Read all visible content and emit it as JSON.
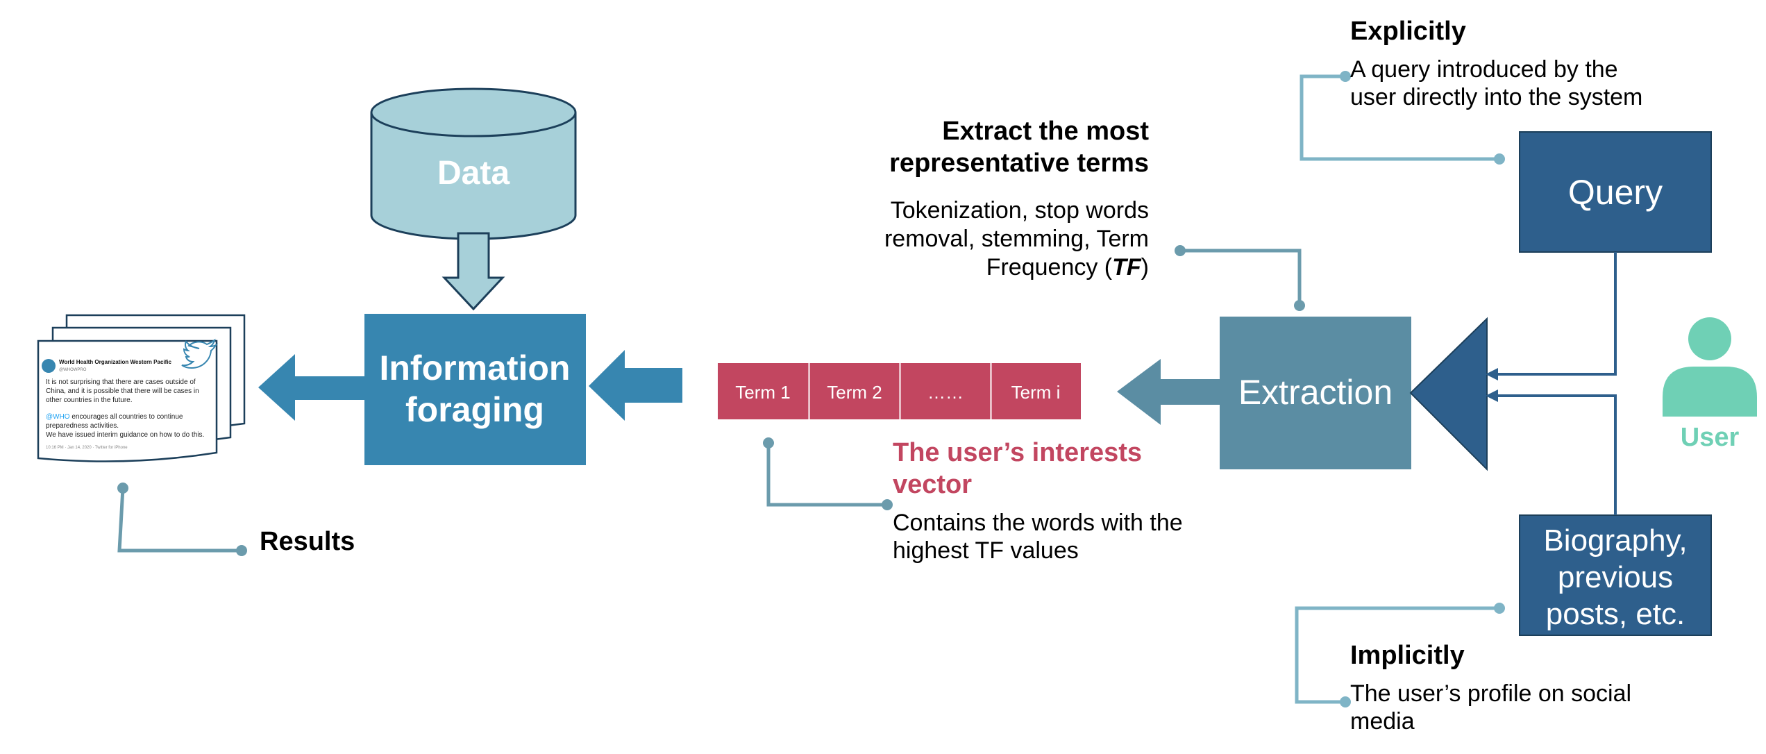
{
  "colors": {
    "data_fill": "#a7d0d9",
    "foraging_fill": "#3786b0",
    "term_fill": "#c24660",
    "extraction_fill": "#5b8da3",
    "query_fill": "#2e5f8c",
    "user_fill": "#6fd0b5",
    "connector": "#7fb4c6"
  },
  "data_store": {
    "label": "Data"
  },
  "foraging": {
    "line1": "Information",
    "line2": "foraging"
  },
  "results": {
    "label": "Results"
  },
  "tweet": {
    "account": "World Health Organization Western Pacific",
    "handle": "@WHOWPRO",
    "body_lines": [
      "It is not surprising that there are cases outside of",
      "China, and it is possible that there will be cases in",
      "other countries in the future."
    ],
    "mention": "@WHO",
    "body2_lines": [
      " encourages all countries to continue",
      "preparedness activities.",
      "We have issued interim guidance on how to do this."
    ],
    "meta": "10:16 PM · Jan 14, 2020 · Twitter for iPhone",
    "icon": "bird-icon"
  },
  "terms": [
    "Term 1",
    "Term 2",
    "……",
    "Term i"
  ],
  "interests": {
    "title_line1": "The user’s interests",
    "title_line2": "vector",
    "desc_line1": "Contains the words with the",
    "desc_line2": "highest TF values"
  },
  "extract_note": {
    "title_line1": "Extract the most",
    "title_line2": "representative terms",
    "desc_line1": "Tokenization, stop words",
    "desc_line2": "removal, stemming, Term",
    "desc_line3_prefix": "Frequency (",
    "desc_line3_em": "TF",
    "desc_line3_suffix": ")"
  },
  "extraction": {
    "label": "Extraction"
  },
  "query": {
    "label": "Query"
  },
  "biography": {
    "line1": "Biography,",
    "line2": "previous",
    "line3": "posts, etc."
  },
  "user": {
    "label": "User",
    "icon": "person-icon"
  },
  "explicitly": {
    "title": "Explicitly",
    "desc_line1": "A query introduced by the",
    "desc_line2": "user directly into the system"
  },
  "implicitly": {
    "title": "Implicitly",
    "desc_line1": "The user’s profile on social",
    "desc_line2": "media"
  }
}
